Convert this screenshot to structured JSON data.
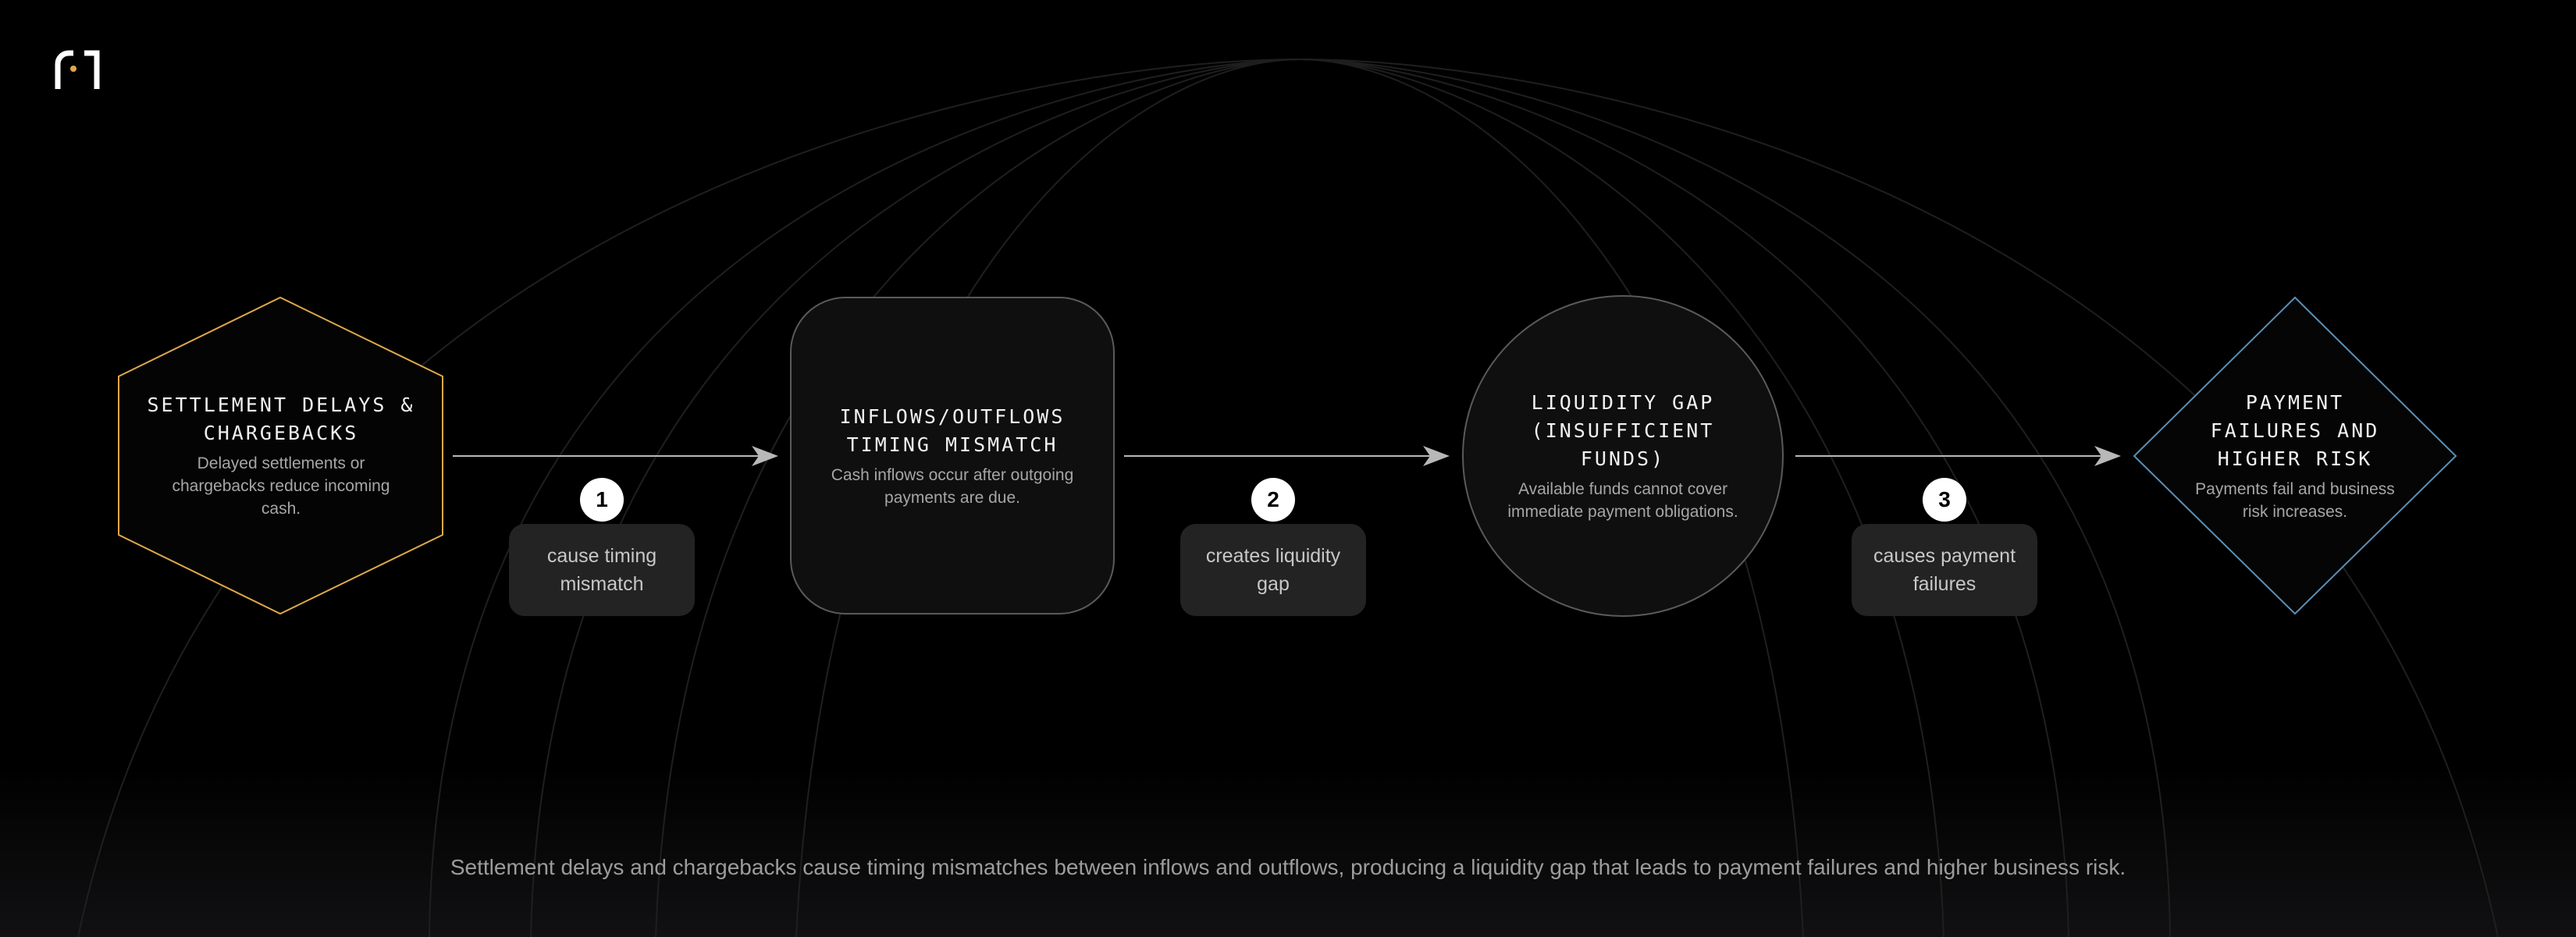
{
  "colors": {
    "background": "#000000",
    "accent_amber": "#e0a84a",
    "accent_blue": "#5b8fb5",
    "neutral_border": "#5a5a5a",
    "label_bg": "#232323"
  },
  "logo": {
    "icon": "brand-logo-icon"
  },
  "nodes": [
    {
      "shape": "hexagon",
      "title": "SETTLEMENT DELAYS & CHARGEBACKS",
      "description": "Delayed settlements or chargebacks reduce incoming cash."
    },
    {
      "shape": "rounded-rectangle",
      "title": "INFLOWS/OUTFLOWS TIMING MISMATCH",
      "description": "Cash inflows occur after outgoing payments are due."
    },
    {
      "shape": "circle",
      "title": "LIQUIDITY GAP (INSUFFICIENT FUNDS)",
      "description": "Available funds cannot cover immediate payment obligations."
    },
    {
      "shape": "diamond",
      "title": "PAYMENT FAILURES AND HIGHER RISK",
      "description": "Payments fail and business risk increases."
    }
  ],
  "edges": [
    {
      "step": "1",
      "label": "cause timing mismatch"
    },
    {
      "step": "2",
      "label": "creates liquidity gap"
    },
    {
      "step": "3",
      "label": "causes payment failures"
    }
  ],
  "caption": "Settlement delays and chargebacks cause timing mismatches between inflows and outflows, producing a liquidity gap that leads to payment failures and higher business risk."
}
